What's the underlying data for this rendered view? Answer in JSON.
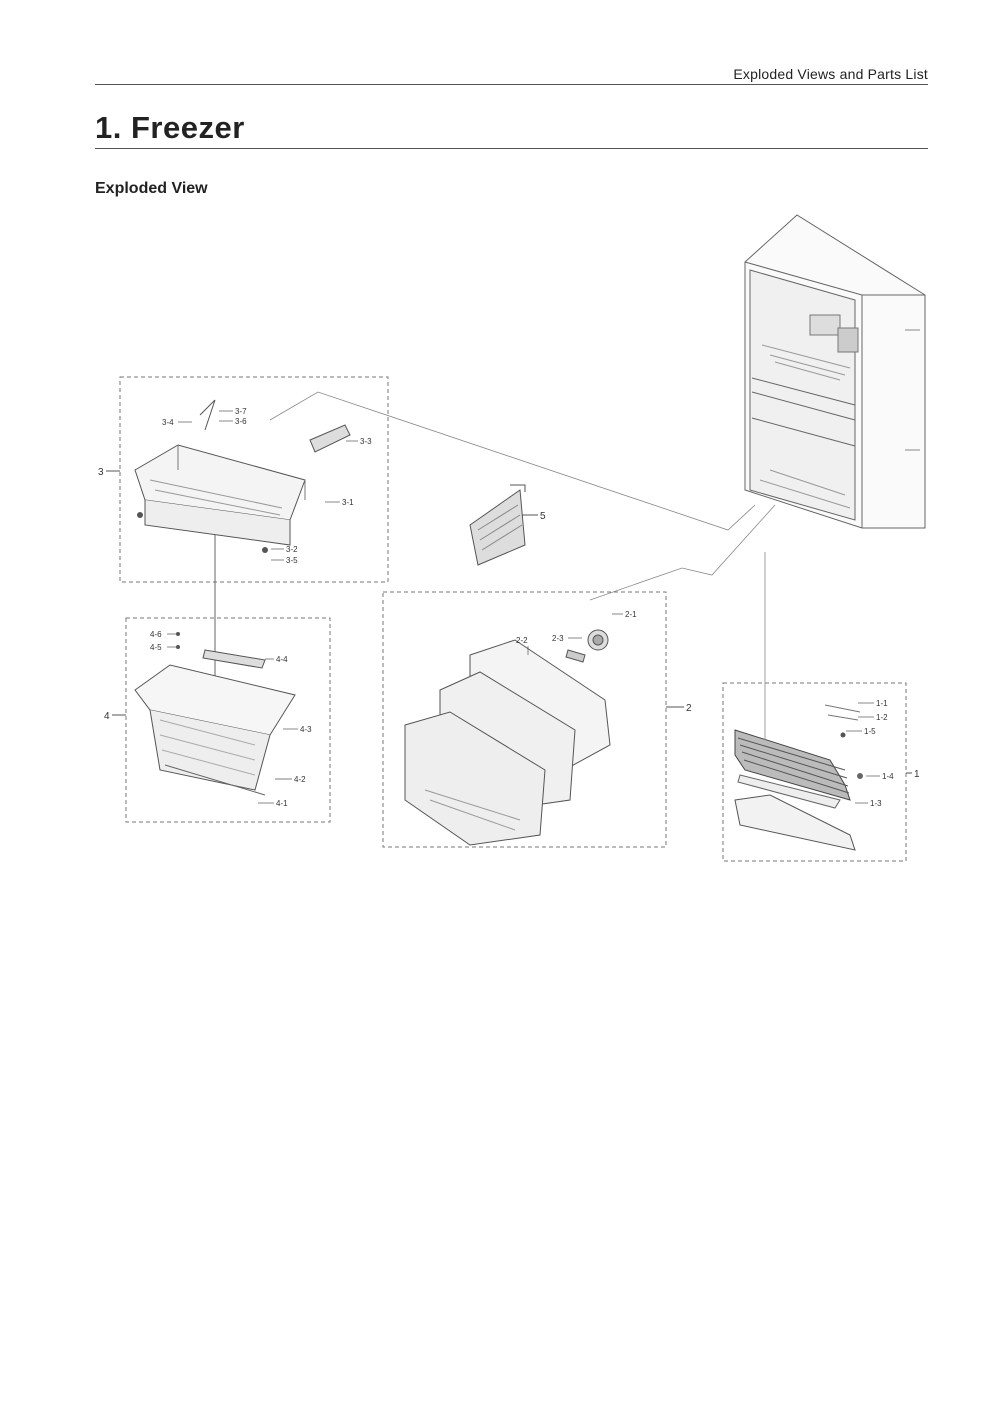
{
  "header": {
    "section": "Exploded Views and Parts List"
  },
  "page": {
    "title": "1.  Freezer",
    "subtitle": "Exploded View"
  },
  "groups": [
    {
      "id": "1",
      "label": "1",
      "callouts": [
        "1-1",
        "1-2",
        "1-5",
        "1-4",
        "1-3"
      ]
    },
    {
      "id": "2",
      "label": "2",
      "callouts": [
        "2-1",
        "2-2",
        "2-3"
      ]
    },
    {
      "id": "3",
      "label": "3",
      "callouts": [
        "3-7",
        "3-6",
        "3-4",
        "3-3",
        "3-1",
        "3-2",
        "3-5"
      ]
    },
    {
      "id": "4",
      "label": "4",
      "callouts": [
        "4-6",
        "4-5",
        "4-4",
        "4-3",
        "4-2",
        "4-1"
      ]
    },
    {
      "id": "5",
      "label": "5",
      "callouts": []
    }
  ]
}
